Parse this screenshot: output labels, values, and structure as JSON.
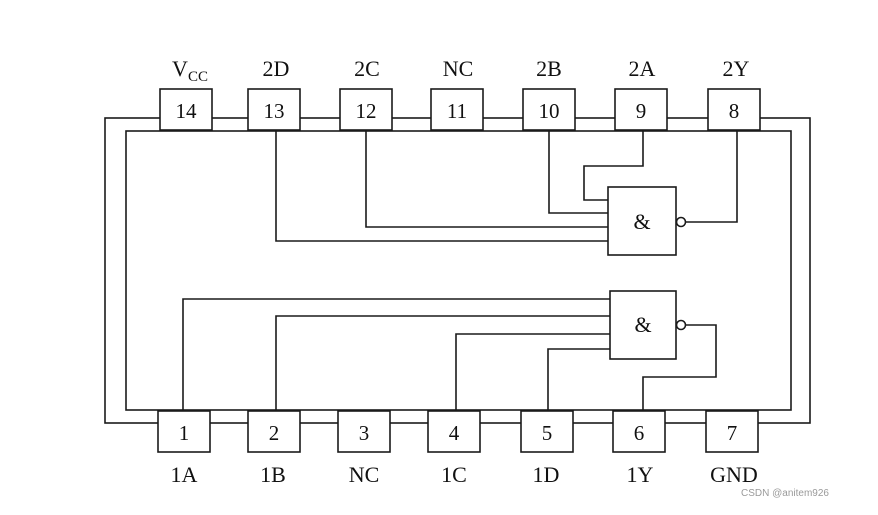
{
  "pins_top": [
    {
      "number": "14",
      "label": "V",
      "label_sub": "CC"
    },
    {
      "number": "13",
      "label": "2D"
    },
    {
      "number": "12",
      "label": "2C"
    },
    {
      "number": "11",
      "label": "NC"
    },
    {
      "number": "10",
      "label": "2B"
    },
    {
      "number": "9",
      "label": "2A"
    },
    {
      "number": "8",
      "label": "2Y"
    }
  ],
  "pins_bottom": [
    {
      "number": "1",
      "label": "1A"
    },
    {
      "number": "2",
      "label": "1B"
    },
    {
      "number": "3",
      "label": "NC"
    },
    {
      "number": "4",
      "label": "1C"
    },
    {
      "number": "5",
      "label": "1D"
    },
    {
      "number": "6",
      "label": "1Y"
    },
    {
      "number": "7",
      "label": "GND"
    }
  ],
  "gates": [
    {
      "symbol": "&"
    },
    {
      "symbol": "&"
    }
  ],
  "watermark": "CSDN @anitem926",
  "colors": {
    "line": "#1a1a1a",
    "background": "#ffffff",
    "watermark": "#9a9a9a"
  }
}
